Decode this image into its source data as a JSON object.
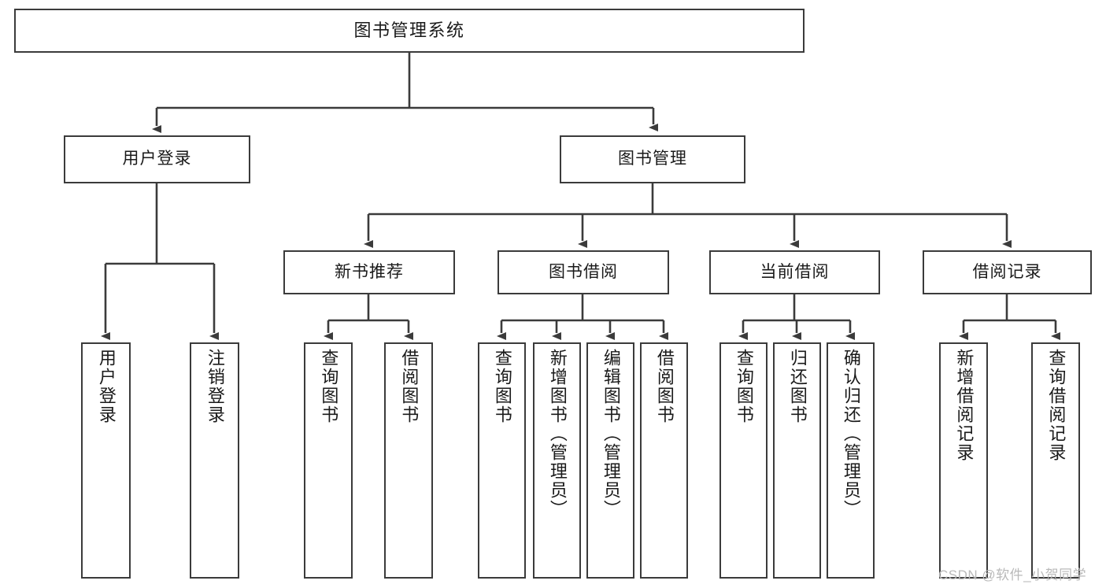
{
  "diagram": {
    "type": "tree-hierarchy",
    "title": "图书管理系统",
    "watermark": "CSDN @软件_小贺同学",
    "colors": {
      "stroke": "#3b3b3b",
      "fill": "#ffffff",
      "text": "#1a1a1a",
      "watermark": "#b9b9b9"
    },
    "nodes": {
      "root": {
        "label": "图书管理系统"
      },
      "level1": [
        {
          "label": "用户登录"
        },
        {
          "label": "图书管理"
        }
      ],
      "level2": [
        {
          "label": "新书推荐"
        },
        {
          "label": "图书借阅"
        },
        {
          "label": "当前借阅"
        },
        {
          "label": "借阅记录"
        }
      ],
      "leaves_user_login": [
        {
          "label": "用户登录"
        },
        {
          "label": "注销登录"
        }
      ],
      "leaves_new_book": [
        {
          "label": "查询图书"
        },
        {
          "label": "借阅图书"
        }
      ],
      "leaves_borrow": [
        {
          "label": "查询图书"
        },
        {
          "label": "新增图书（管理员）"
        },
        {
          "label": "编辑图书（管理员）"
        },
        {
          "label": "借阅图书"
        }
      ],
      "leaves_current": [
        {
          "label": "查询图书"
        },
        {
          "label": "归还图书"
        },
        {
          "label": "确认归还（管理员）"
        }
      ],
      "leaves_records": [
        {
          "label": "新增借阅记录"
        },
        {
          "label": "查询借阅记录"
        }
      ]
    }
  }
}
